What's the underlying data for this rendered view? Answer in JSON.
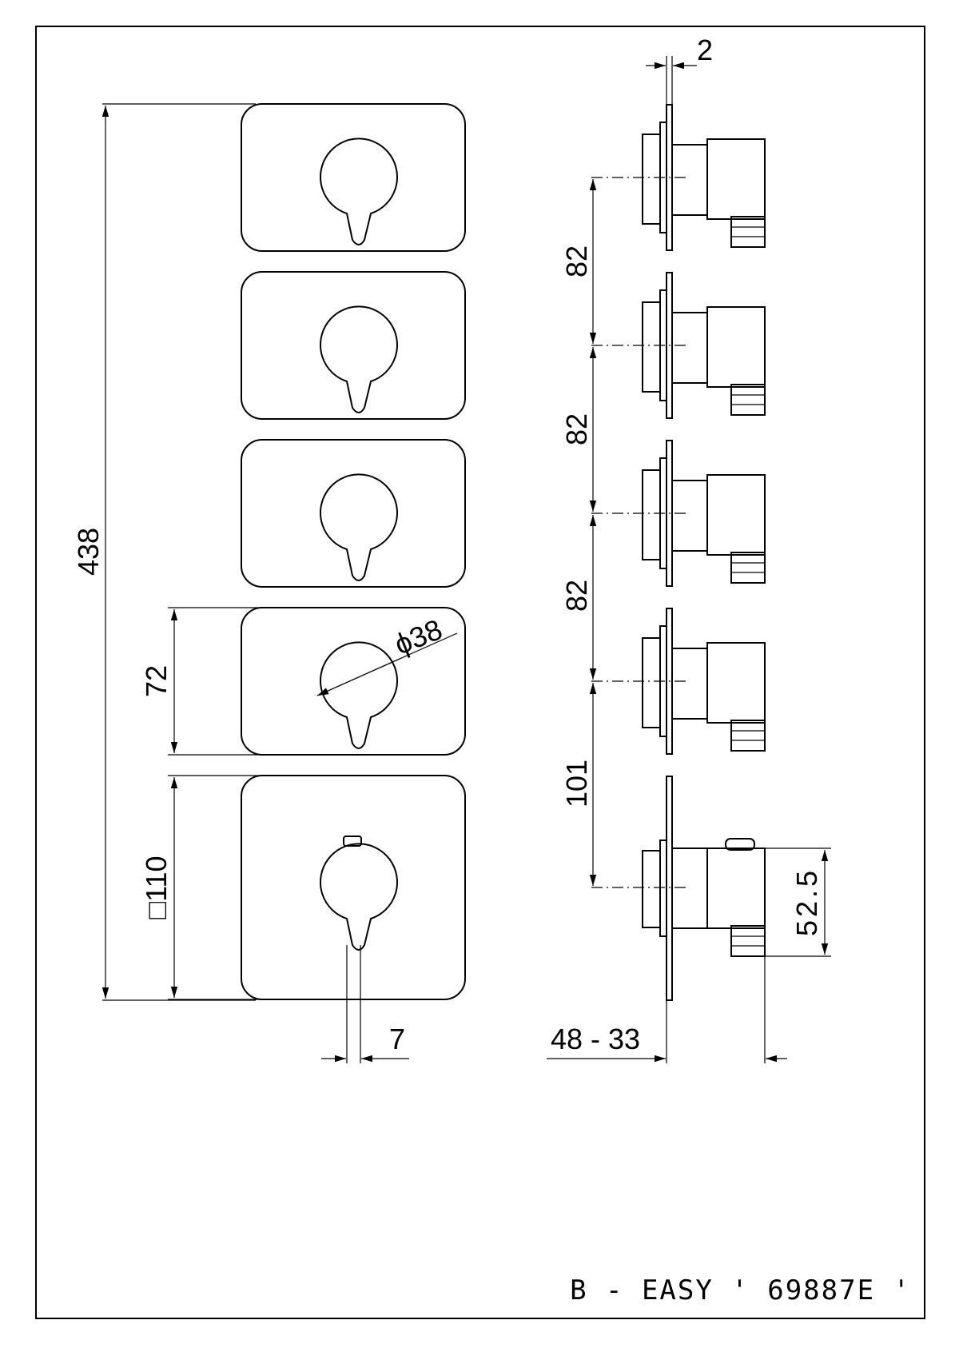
{
  "title_block": {
    "model": "B - EASY ' 69887E '"
  },
  "dimensions": {
    "overall_height": "438",
    "plate_height": "72",
    "knob_diameter": "ϕ38",
    "square_plate": "□110",
    "lever_width": "7",
    "projection_range": "48 - 33",
    "plate_thickness": "2",
    "spacing_1": "82",
    "spacing_2": "82",
    "spacing_3": "82",
    "spacing_4": "101",
    "lever_offset": "52.5"
  }
}
